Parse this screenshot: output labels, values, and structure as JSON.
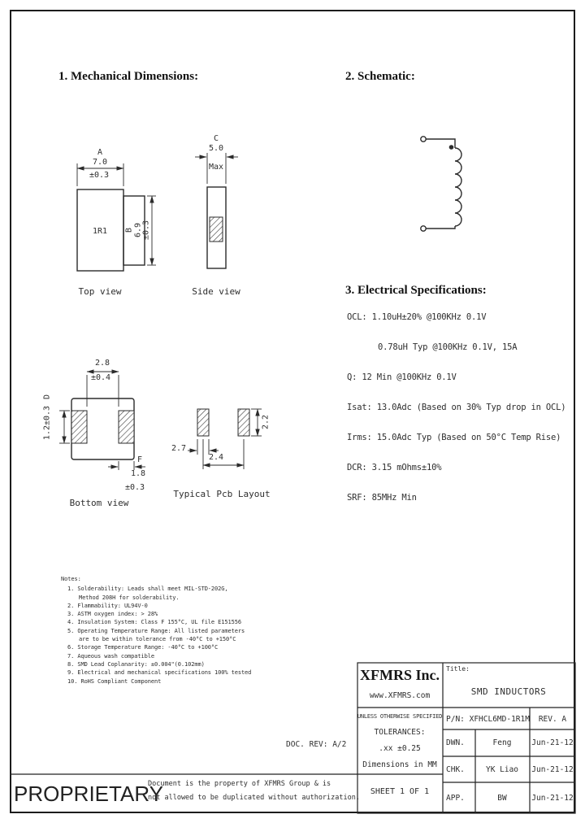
{
  "page": {
    "doc_rev": "DOC. REV: A/2"
  },
  "sections": {
    "mechanical": "1. Mechanical Dimensions:",
    "schematic": "2. Schematic:",
    "electrical": "3. Electrical Specifications:"
  },
  "mechanical": {
    "top_view": {
      "label": "Top view",
      "marking": "1R1",
      "dim_a_letter": "A",
      "dim_a_value": "7.0",
      "dim_a_tol": "±0.3",
      "dim_b": "B\n6.9\n±0.3"
    },
    "side_view": {
      "label": "Side view",
      "dim_c_letter": "C",
      "dim_c_value": "5.0",
      "dim_c_tol": "Max"
    },
    "bottom_view": {
      "label": "Bottom view",
      "dim_top_value": "2.8",
      "dim_top_tol": "±0.4",
      "dim_d_letter": "D",
      "dim_d_value": "1.2±0.3",
      "dim_f_letter": "F",
      "dim_f_value": "1.8",
      "dim_f_tol": "±0.3"
    },
    "pcb_layout": {
      "label": "Typical Pcb Layout",
      "dim_pad_width": "2.7",
      "dim_pitch": "2.4",
      "dim_pad_height": "2.2"
    }
  },
  "electrical": {
    "lines": [
      "OCL: 1.10uH±20% @100KHz 0.1V",
      "0.78uH Typ @100KHz 0.1V, 15A",
      "Q: 12 Min @100KHz 0.1V",
      "Isat: 13.0Adc (Based on 30% Typ drop in OCL)",
      "Irms: 15.0Adc Typ (Based on 50°C Temp Rise)",
      "DCR: 3.15 mOhms±10%",
      "SRF: 85MHz Min"
    ]
  },
  "notes": {
    "heading": "Notes:",
    "lines": [
      "1. Solderability: Leads shall meet MIL-STD-202G,",
      "Method 208H for solderability.",
      "2. Flammability: UL94V-0",
      "3. ASTM oxygen index: > 28%",
      "4. Insulation System: Class F 155°C, UL file E151556",
      "5. Operating Temperature Range: All listed parameters",
      "are to be within tolerance from -40°C to +150°C",
      "6. Storage Temperature Range: -40°C to +100°C",
      "7. Aqueous wash compatible",
      "8. SMD Lead Coplanarity: ±0.004\"(0.102mm)",
      "9. Electrical and mechanical specifications 100% tested",
      "10. RoHS Compliant Component"
    ]
  },
  "title_block": {
    "company": "XFMRS Inc.",
    "website": "www.XFMRS.com",
    "title_label": "Title:",
    "title": "SMD INDUCTORS",
    "tolerances": [
      "UNLESS OTHERWISE SPECIFIED",
      "TOLERANCES:",
      ".xx ±0.25",
      "Dimensions in MM"
    ],
    "sheet": "SHEET 1 OF 1",
    "part_number": "P/N: XFHCL6MD-1R1M",
    "rev": "REV. A",
    "rows": [
      {
        "label": "DWN.",
        "name": "Feng",
        "date": "Jun-21-12"
      },
      {
        "label": "CHK.",
        "name": "YK Liao",
        "date": "Jun-21-12"
      },
      {
        "label": "APP.",
        "name": "BW",
        "date": "Jun-21-12"
      }
    ]
  },
  "proprietary": {
    "word": "PROPRIETARY",
    "line1": "Document is the property of XFMRS Group & is",
    "line2": "not allowed to be duplicated without authorization."
  }
}
